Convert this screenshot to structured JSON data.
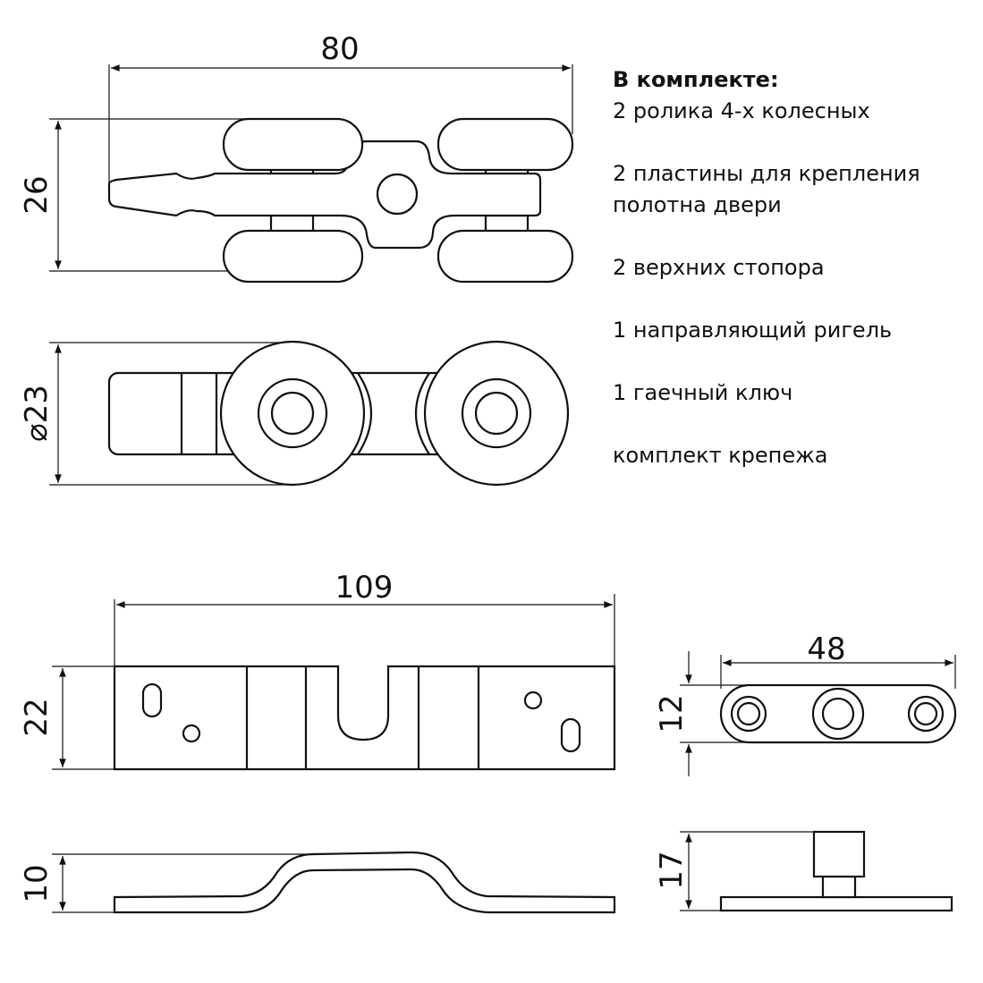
{
  "dimensions": {
    "roller_length": "80",
    "roller_width": "26",
    "wheel_diameter": "⌀23",
    "plate_length": "109",
    "plate_width": "22",
    "plate_height": "10",
    "stopper_length": "48",
    "stopper_width": "12",
    "stopper_height": "17"
  },
  "kit": {
    "title": "В комплекте:",
    "items": [
      "2 ролика 4-х колесных",
      "2 пластины для крепления полотна двери",
      "2 верхних стопора",
      "1 направляющий ригель",
      "1 гаечный ключ",
      "комплект крепежа"
    ]
  }
}
